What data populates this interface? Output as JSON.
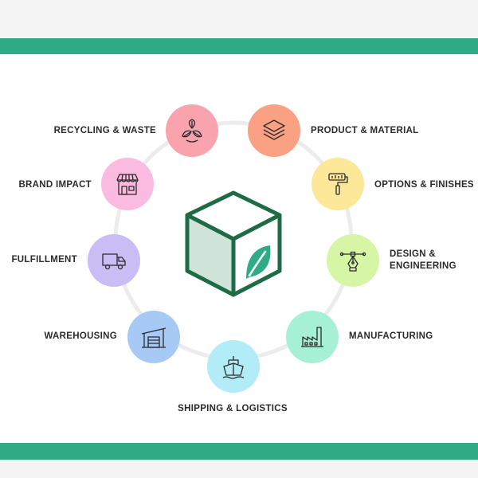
{
  "steps": [
    {
      "label": "PRODUCT & MATERIAL",
      "icon": "layers-icon",
      "color": "#fba183"
    },
    {
      "label": "OPTIONS & FINISHES",
      "icon": "paint-roller-icon",
      "color": "#fde89a"
    },
    {
      "label": "DESIGN &\nENGINEERING",
      "icon": "pen-tool-icon",
      "color": "#d6f6a6"
    },
    {
      "label": "MANUFACTURING",
      "icon": "factory-icon",
      "color": "#a6f1d6"
    },
    {
      "label": "SHIPPING & LOGISTICS",
      "icon": "ship-icon",
      "color": "#b2ecf6"
    },
    {
      "label": "WAREHOUSING",
      "icon": "warehouse-icon",
      "color": "#a6c9f6"
    },
    {
      "label": "FULFILLMENT",
      "icon": "delivery-truck-icon",
      "color": "#c9bdf6"
    },
    {
      "label": "BRAND IMPACT",
      "icon": "storefront-icon",
      "color": "#fbbbe0"
    },
    {
      "label": "RECYCLING & WASTE",
      "icon": "recycle-leaves-icon",
      "color": "#f8a3ad"
    }
  ],
  "center": {
    "icon": "eco-package-cube-icon",
    "color": "#1e6b45",
    "fill": "#cfe3d9",
    "leaf_color": "#2fab86"
  },
  "brand_color": "#2fab86"
}
